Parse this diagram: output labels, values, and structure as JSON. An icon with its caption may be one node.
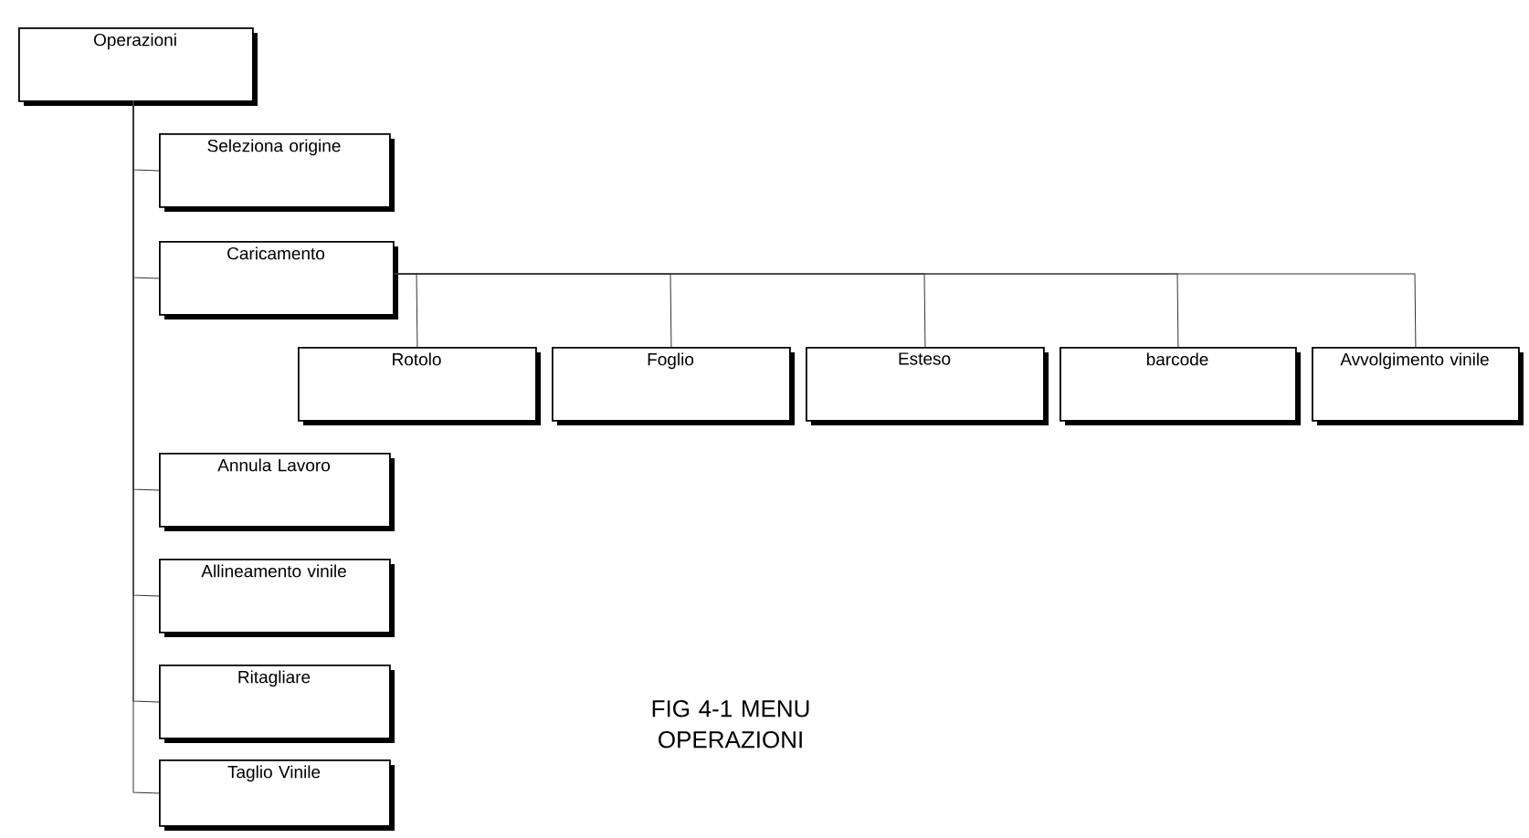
{
  "diagram": {
    "caption": "FIG 4-1 MENU OPERAZIONI",
    "nodes": [
      {
        "text": [
          "Operazioni"
        ]
      },
      {
        "text": [
          "Seleziona origine"
        ]
      },
      {
        "text": [
          "Caricamento"
        ]
      },
      {
        "text": [
          "Rotolo"
        ]
      },
      {
        "text": [
          "Foglio"
        ]
      },
      {
        "text": [
          "Esteso"
        ]
      },
      {
        "text": [
          "barcode"
        ]
      },
      {
        "text": [
          "Avvolgimento vinile"
        ]
      },
      {
        "text": [
          "Annula Lavoro"
        ]
      },
      {
        "text": [
          "Allineamento vinile"
        ]
      },
      {
        "text": [
          "Ritagliare"
        ]
      },
      {
        "text": [
          "Taglio Vinile"
        ]
      }
    ],
    "edges": [
      {
        "from": 0,
        "to": 1,
        "arrow": "none"
      },
      {
        "from": 0,
        "to": 2,
        "arrow": "none"
      },
      {
        "from": 2,
        "to": 3,
        "arrow": "none"
      },
      {
        "from": 2,
        "to": 4,
        "arrow": "none"
      },
      {
        "from": 2,
        "to": 5,
        "arrow": "none"
      },
      {
        "from": 2,
        "to": 6,
        "arrow": "none"
      },
      {
        "from": 2,
        "to": 7,
        "arrow": "none"
      },
      {
        "from": 0,
        "to": 8,
        "arrow": "none"
      },
      {
        "from": 0,
        "to": 9,
        "arrow": "none"
      },
      {
        "from": 0,
        "to": 10,
        "arrow": "none"
      },
      {
        "from": 0,
        "to": 11,
        "arrow": "none"
      }
    ]
  }
}
